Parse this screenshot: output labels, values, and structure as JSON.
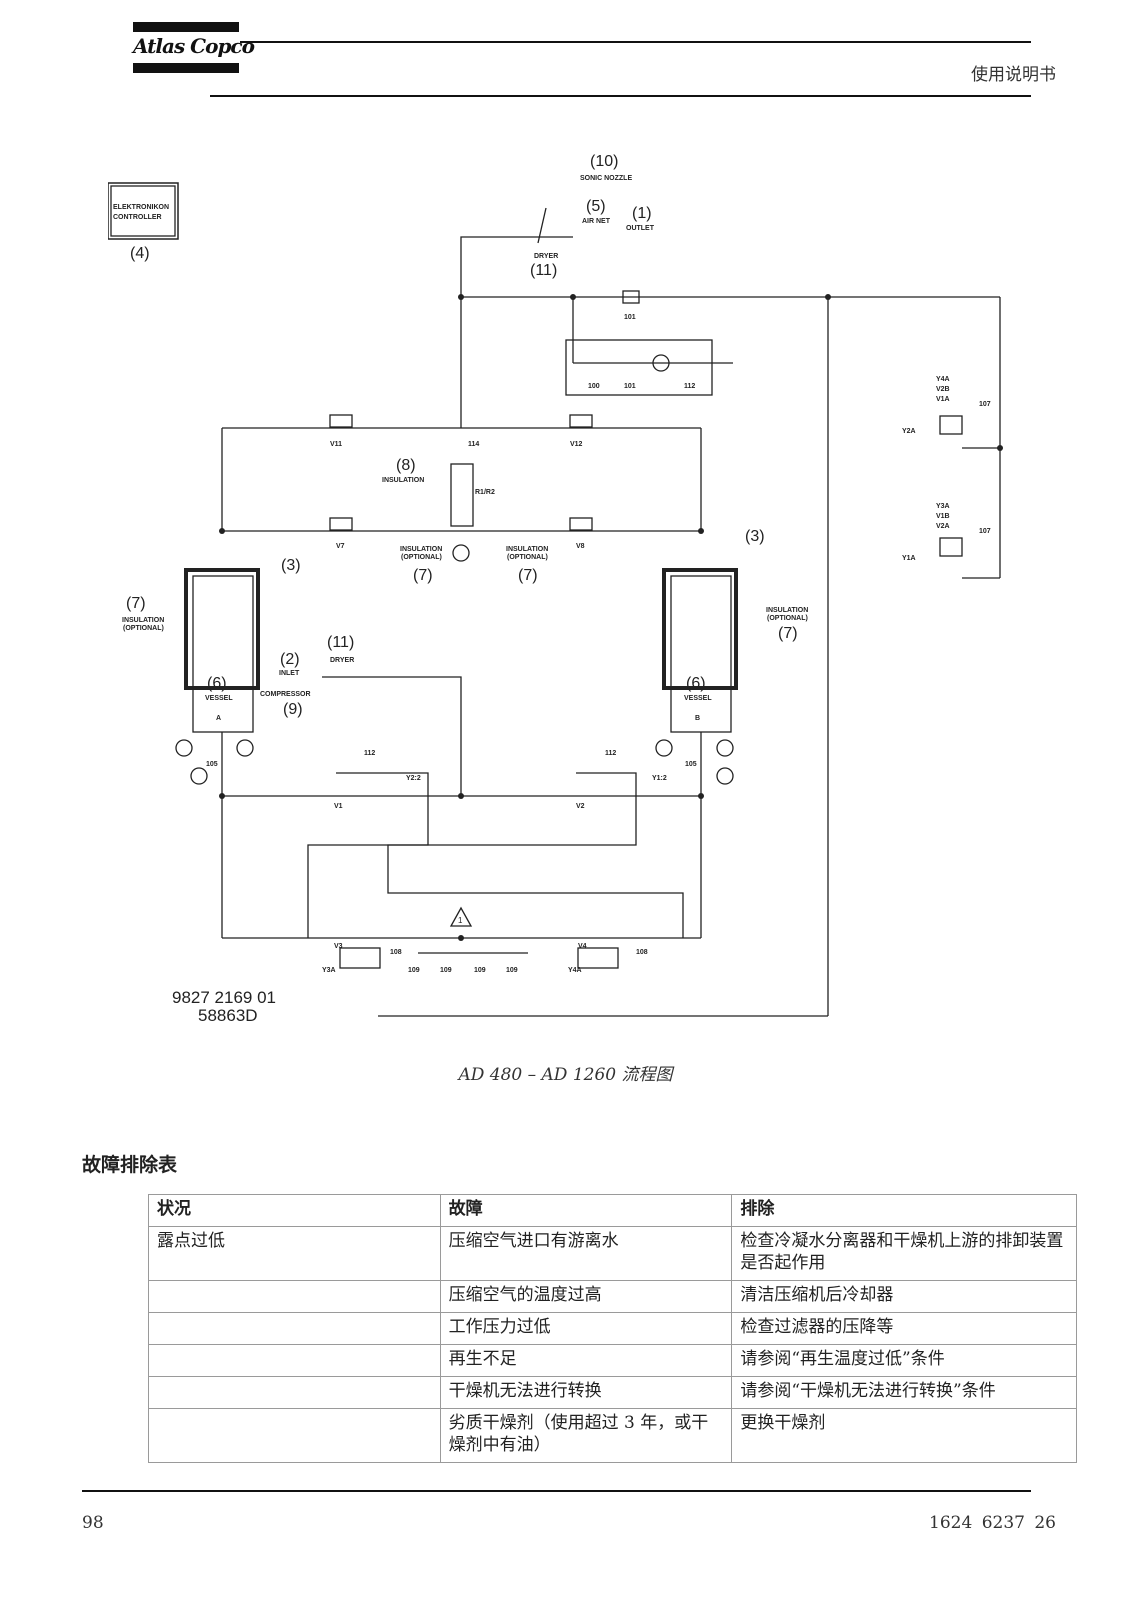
{
  "header": {
    "logo_text": "Atlas Copco",
    "doc_title": "使用说明书"
  },
  "diagram": {
    "controller_label_line1": "ELEKTRONIKON",
    "controller_label_line2": "CONTROLLER",
    "labels": {
      "n4": "(4)",
      "n10": "(10)",
      "sonic_nozzle": "SONIC NOZZLE",
      "n5": "(5)",
      "air_net": "AIR NET",
      "n1": "(1)",
      "outlet": "OUTLET",
      "dryer_top": "DRYER",
      "n11_top": "(11)",
      "n8": "(8)",
      "insulation_center": "INSULATION",
      "r1r2": "R1/R2",
      "insulation_opt_left": "INSULATION",
      "optional_left": "(OPTIONAL)",
      "insulation_opt_right": "INSULATION",
      "optional_right": "(OPTIONAL)",
      "n7_mid_left": "(7)",
      "n7_mid_right": "(7)",
      "n3_left": "(3)",
      "n3_right": "(3)",
      "n7_left": "(7)",
      "insulation_vessel_left": "INSULATION",
      "optional_vessel_left": "(OPTIONAL)",
      "n7_right": "(7)",
      "insulation_vessel_right": "INSULATION",
      "optional_vessel_right": "(OPTIONAL)",
      "n11_mid": "(11)",
      "dryer_mid": "DRYER",
      "n2": "(2)",
      "inlet": "INLET",
      "compressor": "COMPRESSOR",
      "n9": "(9)",
      "n6_left": "(6)",
      "vessel_left": "VESSEL",
      "a_left": "A",
      "n6_right": "(6)",
      "vessel_right": "VESSEL",
      "b_right": "B",
      "v11": "V11",
      "v12": "V12",
      "v7": "V7",
      "v8": "V8",
      "v1": "V1",
      "v2": "V2",
      "v3": "V3",
      "v4": "V4",
      "y2_2": "Y2:2",
      "y1_2": "Y1:2",
      "y3a": "Y3A",
      "y4a": "Y4A",
      "y4a_r": "Y4A",
      "v2b": "V2B",
      "v1a": "V1A",
      "y2a": "Y2A",
      "y3a_r": "Y3A",
      "v1b": "V1B",
      "v2a": "V2A",
      "y1a": "Y1A",
      "warning": "1"
    },
    "tags": {
      "t101a": "101",
      "t100": "100",
      "t101b": "101",
      "t112a": "112",
      "t114": "114",
      "t112b": "112",
      "t112c": "112",
      "t105a": "105",
      "t105b": "105",
      "t107a": "107",
      "t107b": "107",
      "t108": "108",
      "t109a": "109",
      "t109b": "109",
      "t109c": "109",
      "t109d": "109",
      "t108b": "108"
    },
    "drawing_number": "9827 2169 01",
    "drawing_code": "58863D"
  },
  "caption": "AD 480 – AD 1260 流程图",
  "section_title": "故障排除表",
  "table": {
    "headers": [
      "状况",
      "故障",
      "排除"
    ],
    "rows": [
      [
        "露点过低",
        "压缩空气进口有游离水",
        "检查冷凝水分离器和干燥机上游的排卸装置是否起作用"
      ],
      [
        "",
        "压缩空气的温度过高",
        "清洁压缩机后冷却器"
      ],
      [
        "",
        "工作压力过低",
        "检查过滤器的压降等"
      ],
      [
        "",
        "再生不足",
        "请参阅“再生温度过低”条件"
      ],
      [
        "",
        "干燥机无法进行转换",
        "请参阅“干燥机无法进行转换”条件"
      ],
      [
        "",
        "劣质干燥剂（使用超过 3 年，或干燥剂中有油）",
        "更换干燥剂"
      ]
    ]
  },
  "footer": {
    "page_number": "98",
    "doc_code": "1624 6237 26"
  }
}
